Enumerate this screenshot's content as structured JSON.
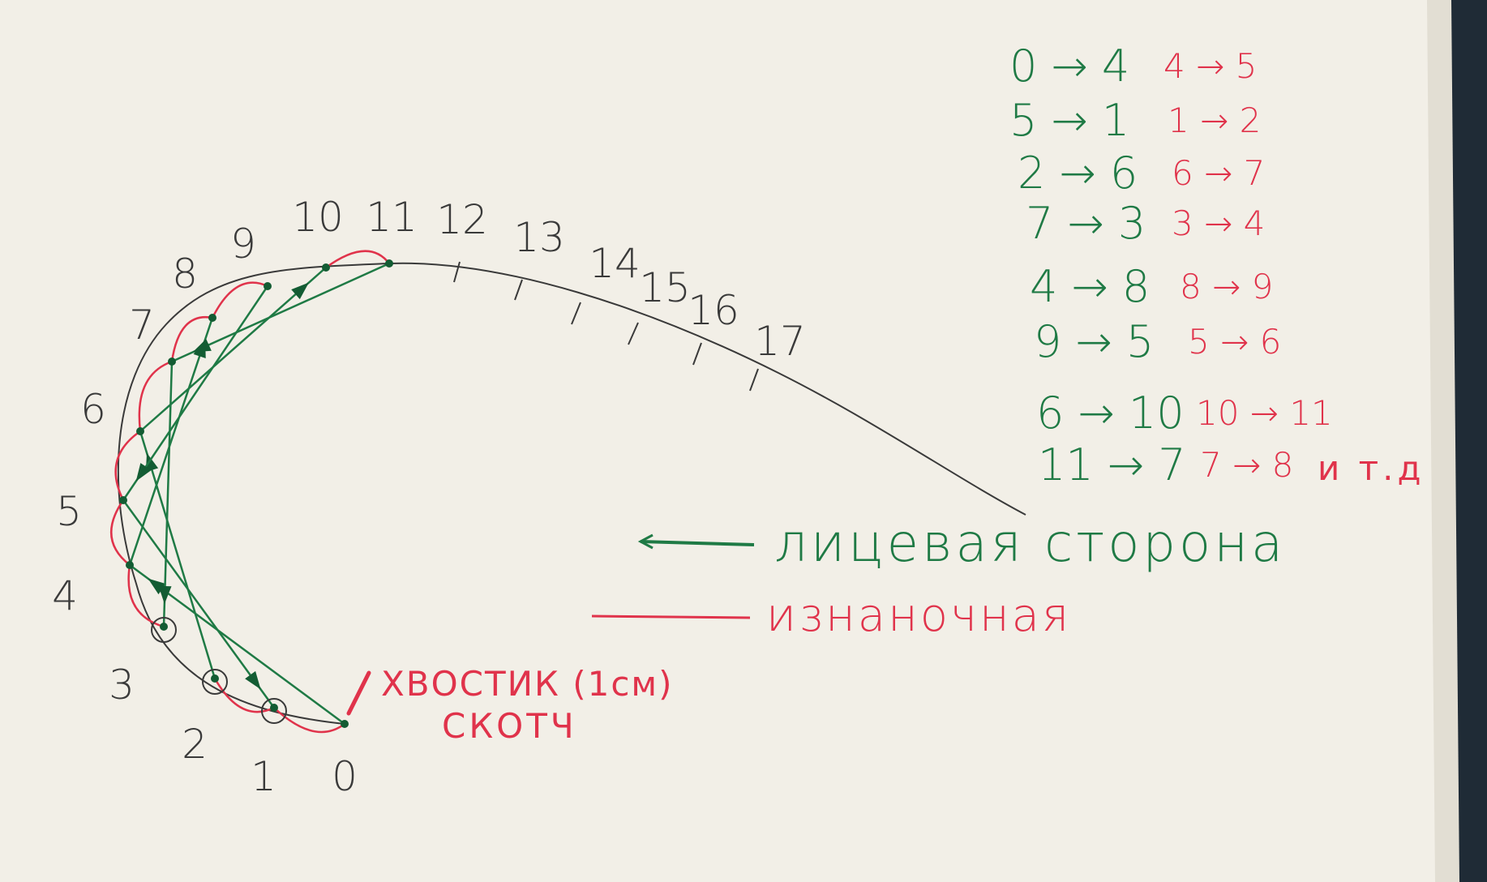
{
  "colors": {
    "paper": "#f2efe7",
    "paper_shadow": "#e2ded3",
    "ink_dark": "#3a3a3a",
    "green": "#1f7a45",
    "green_dark": "#135c33",
    "red": "#e0334b",
    "board_edge": "#1f2b36"
  },
  "point_numbers": [
    "0",
    "1",
    "2",
    "3",
    "4",
    "5",
    "6",
    "7",
    "8",
    "9",
    "10",
    "11",
    "12",
    "13",
    "14",
    "15",
    "16",
    "17"
  ],
  "sequence": {
    "green": [
      "0 → 4",
      "5 → 1",
      "2 → 6",
      "7 → 3",
      "4 → 8",
      "9 → 5",
      "6 → 10",
      "11 → 7"
    ],
    "red": [
      "4 → 5",
      "1 → 2",
      "6 → 7",
      "3 → 4",
      "8 → 9",
      "5 → 6",
      "10 → 11",
      "7 → 8"
    ],
    "etc": "и т.д"
  },
  "legend": {
    "front": "лицевая сторона",
    "back": "изнаночная"
  },
  "note": {
    "line1": "ХВОСТИК (1см)",
    "line2": "СКОТЧ"
  },
  "green_threads": [
    [
      0,
      4
    ],
    [
      5,
      1
    ],
    [
      2,
      6
    ],
    [
      7,
      3
    ],
    [
      4,
      8
    ],
    [
      9,
      5
    ],
    [
      6,
      10
    ],
    [
      11,
      7
    ]
  ],
  "red_hops": [
    [
      0,
      1
    ],
    [
      1,
      2
    ],
    [
      3,
      4
    ],
    [
      4,
      5
    ],
    [
      5,
      6
    ],
    [
      6,
      7
    ],
    [
      7,
      8
    ],
    [
      8,
      9
    ],
    [
      10,
      11
    ]
  ]
}
